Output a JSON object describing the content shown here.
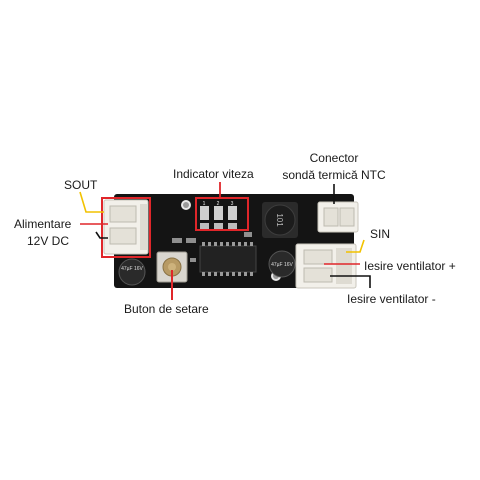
{
  "labels": {
    "sout": "SOUT",
    "alimentare_line1": "Alimentare",
    "alimentare_line2": "12V DC",
    "indicator_viteza": "Indicator viteza",
    "conector_line1": "Conector",
    "conector_line2": "sondă termică NTC",
    "sin": "SIN",
    "iesire_plus": "Iesire ventilator +",
    "iesire_minus": "Iesire ventilator -",
    "buton": "Buton de setare"
  },
  "board_markings": {
    "led_numbers": [
      "1",
      "2",
      "3"
    ],
    "inductor_code": "101",
    "capacitor_left": "47µF 16V",
    "capacitor_right": "47µF 16V"
  },
  "colors": {
    "board": "#141414",
    "red_highlight": "#e0262a",
    "yellow_wire": "#f2c200",
    "connector_body": "#f2f0ea"
  }
}
